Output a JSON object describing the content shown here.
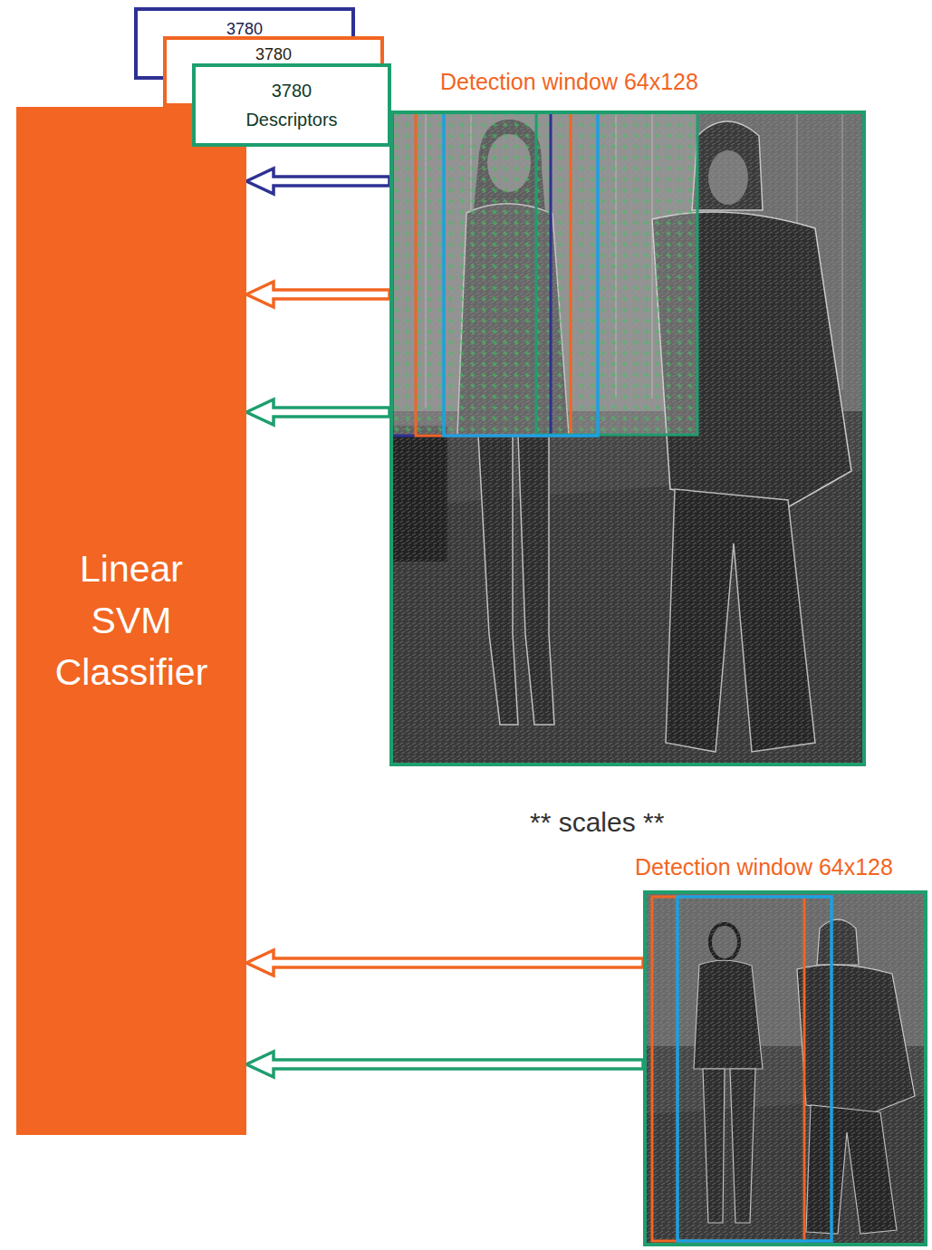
{
  "diagram": {
    "nodes": [
      {
        "text": [
          "3780"
        ]
      },
      {
        "text": [
          "3780"
        ]
      },
      {
        "text": [
          "3780 Descriptors"
        ]
      },
      {
        "text": [
          "Detection window 64x128"
        ]
      },
      {
        "text": [
          "Linear SVM Classifier"
        ]
      },
      {
        "text": [
          "Detection window 64x128"
        ]
      }
    ],
    "edges": [
      {
        "from": 3,
        "to": 4,
        "arrow": "to"
      },
      {
        "from": 3,
        "to": 4,
        "arrow": "to"
      },
      {
        "from": 3,
        "to": 4,
        "arrow": "to"
      },
      {
        "from": 5,
        "to": 4,
        "arrow": "to"
      },
      {
        "from": 5,
        "to": 4,
        "arrow": "to"
      }
    ],
    "labels": [
      "** scales **"
    ]
  }
}
